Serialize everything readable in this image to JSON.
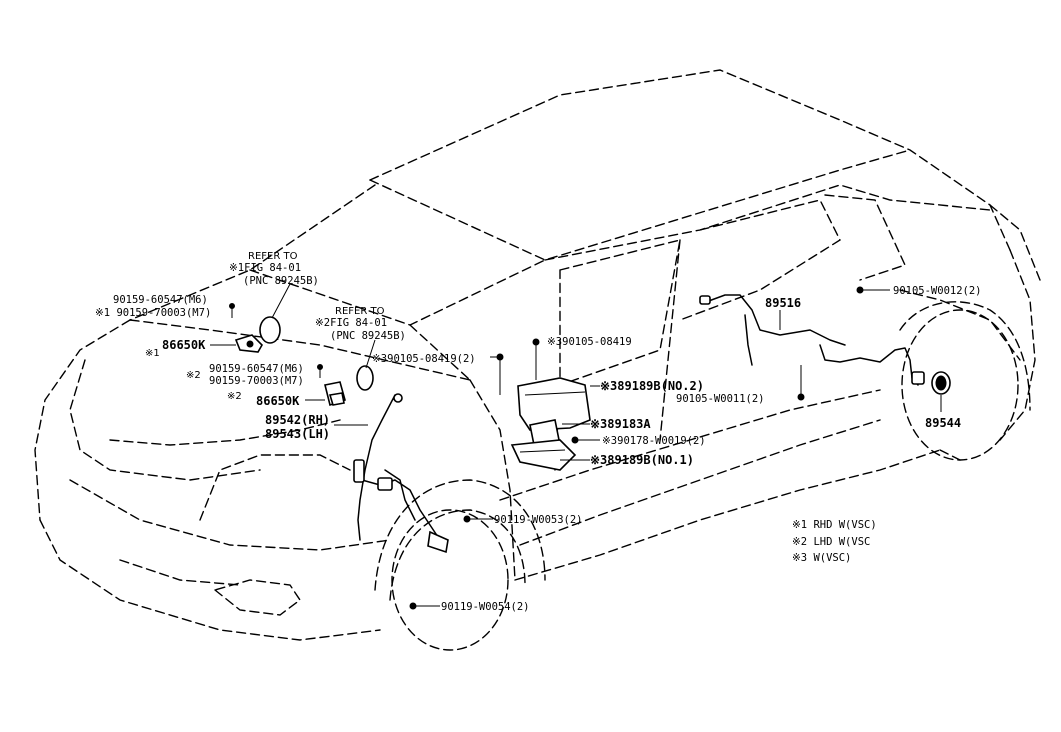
{
  "labels": {
    "refer1_title": "REFER TO",
    "refer1_fig": "※1FIG 84-01",
    "refer1_pnc": "(PNC 89245B)",
    "refer2_title": "REFER TO",
    "refer2_fig": "※2FIG 84-01",
    "refer2_pnc": "(PNC 89245B)",
    "bolt_m6_a": "90159-60547(M6)",
    "bolt_m7_a": "※1 90159-70003(M7)",
    "sensor_86650k_a": "86650K",
    "mark_1": "※1",
    "bolt_m6_b": "90159-60547(M6)",
    "bolt_m7_b": "90159-70003(M7)",
    "mark_2_a": "※2",
    "sensor_86650k_b": "86650K",
    "mark_2_b": "※2",
    "part_89542": "89542(RH)",
    "part_89543": "89543(LH)",
    "bolt_08419_a": "※390105-08419(2)",
    "bolt_08419_b": "※390105-08419",
    "bracket_no2": "※389189B(NO.2)",
    "sensor_89183a": "※389183A",
    "nut_w0019": "※390178-W0019(2)",
    "bracket_no1": "※389189B(NO.1)",
    "part_89516": "89516",
    "bolt_w0012": "90105-W0012(2)",
    "bolt_w0011": "90105-W0011(2)",
    "part_89544": "89544",
    "bolt_w0053": "90119-W0053(2)",
    "bolt_w0054": "90119-W0054(2)"
  },
  "notes": [
    "※1 RHD W(VSC)",
    "※2 LHD W(VSC",
    "※3 W(VSC)"
  ]
}
